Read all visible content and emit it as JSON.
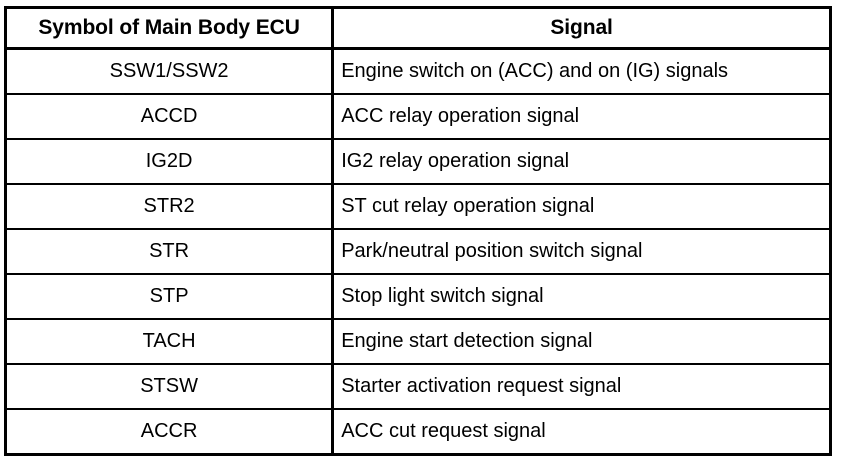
{
  "table": {
    "columns": [
      {
        "key": "symbol",
        "label": "Symbol of Main Body ECU",
        "align": "center"
      },
      {
        "key": "signal",
        "label": "Signal",
        "align": "center"
      }
    ],
    "rows": [
      {
        "symbol": "SSW1/SSW2",
        "signal": "Engine switch on (ACC) and on (IG) signals"
      },
      {
        "symbol": "ACCD",
        "signal": "ACC relay operation signal"
      },
      {
        "symbol": "IG2D",
        "signal": "IG2 relay operation signal"
      },
      {
        "symbol": "STR2",
        "signal": "ST cut relay operation signal"
      },
      {
        "symbol": "STR",
        "signal": "Park/neutral position switch signal"
      },
      {
        "symbol": "STP",
        "signal": "Stop light switch signal"
      },
      {
        "symbol": "TACH",
        "signal": "Engine start detection signal"
      },
      {
        "symbol": "STSW",
        "signal": "Starter activation request signal"
      },
      {
        "symbol": "ACCR",
        "signal": "ACC cut request signal"
      }
    ],
    "colors": {
      "border": "#000000",
      "text": "#000000",
      "background": "#ffffff"
    }
  }
}
